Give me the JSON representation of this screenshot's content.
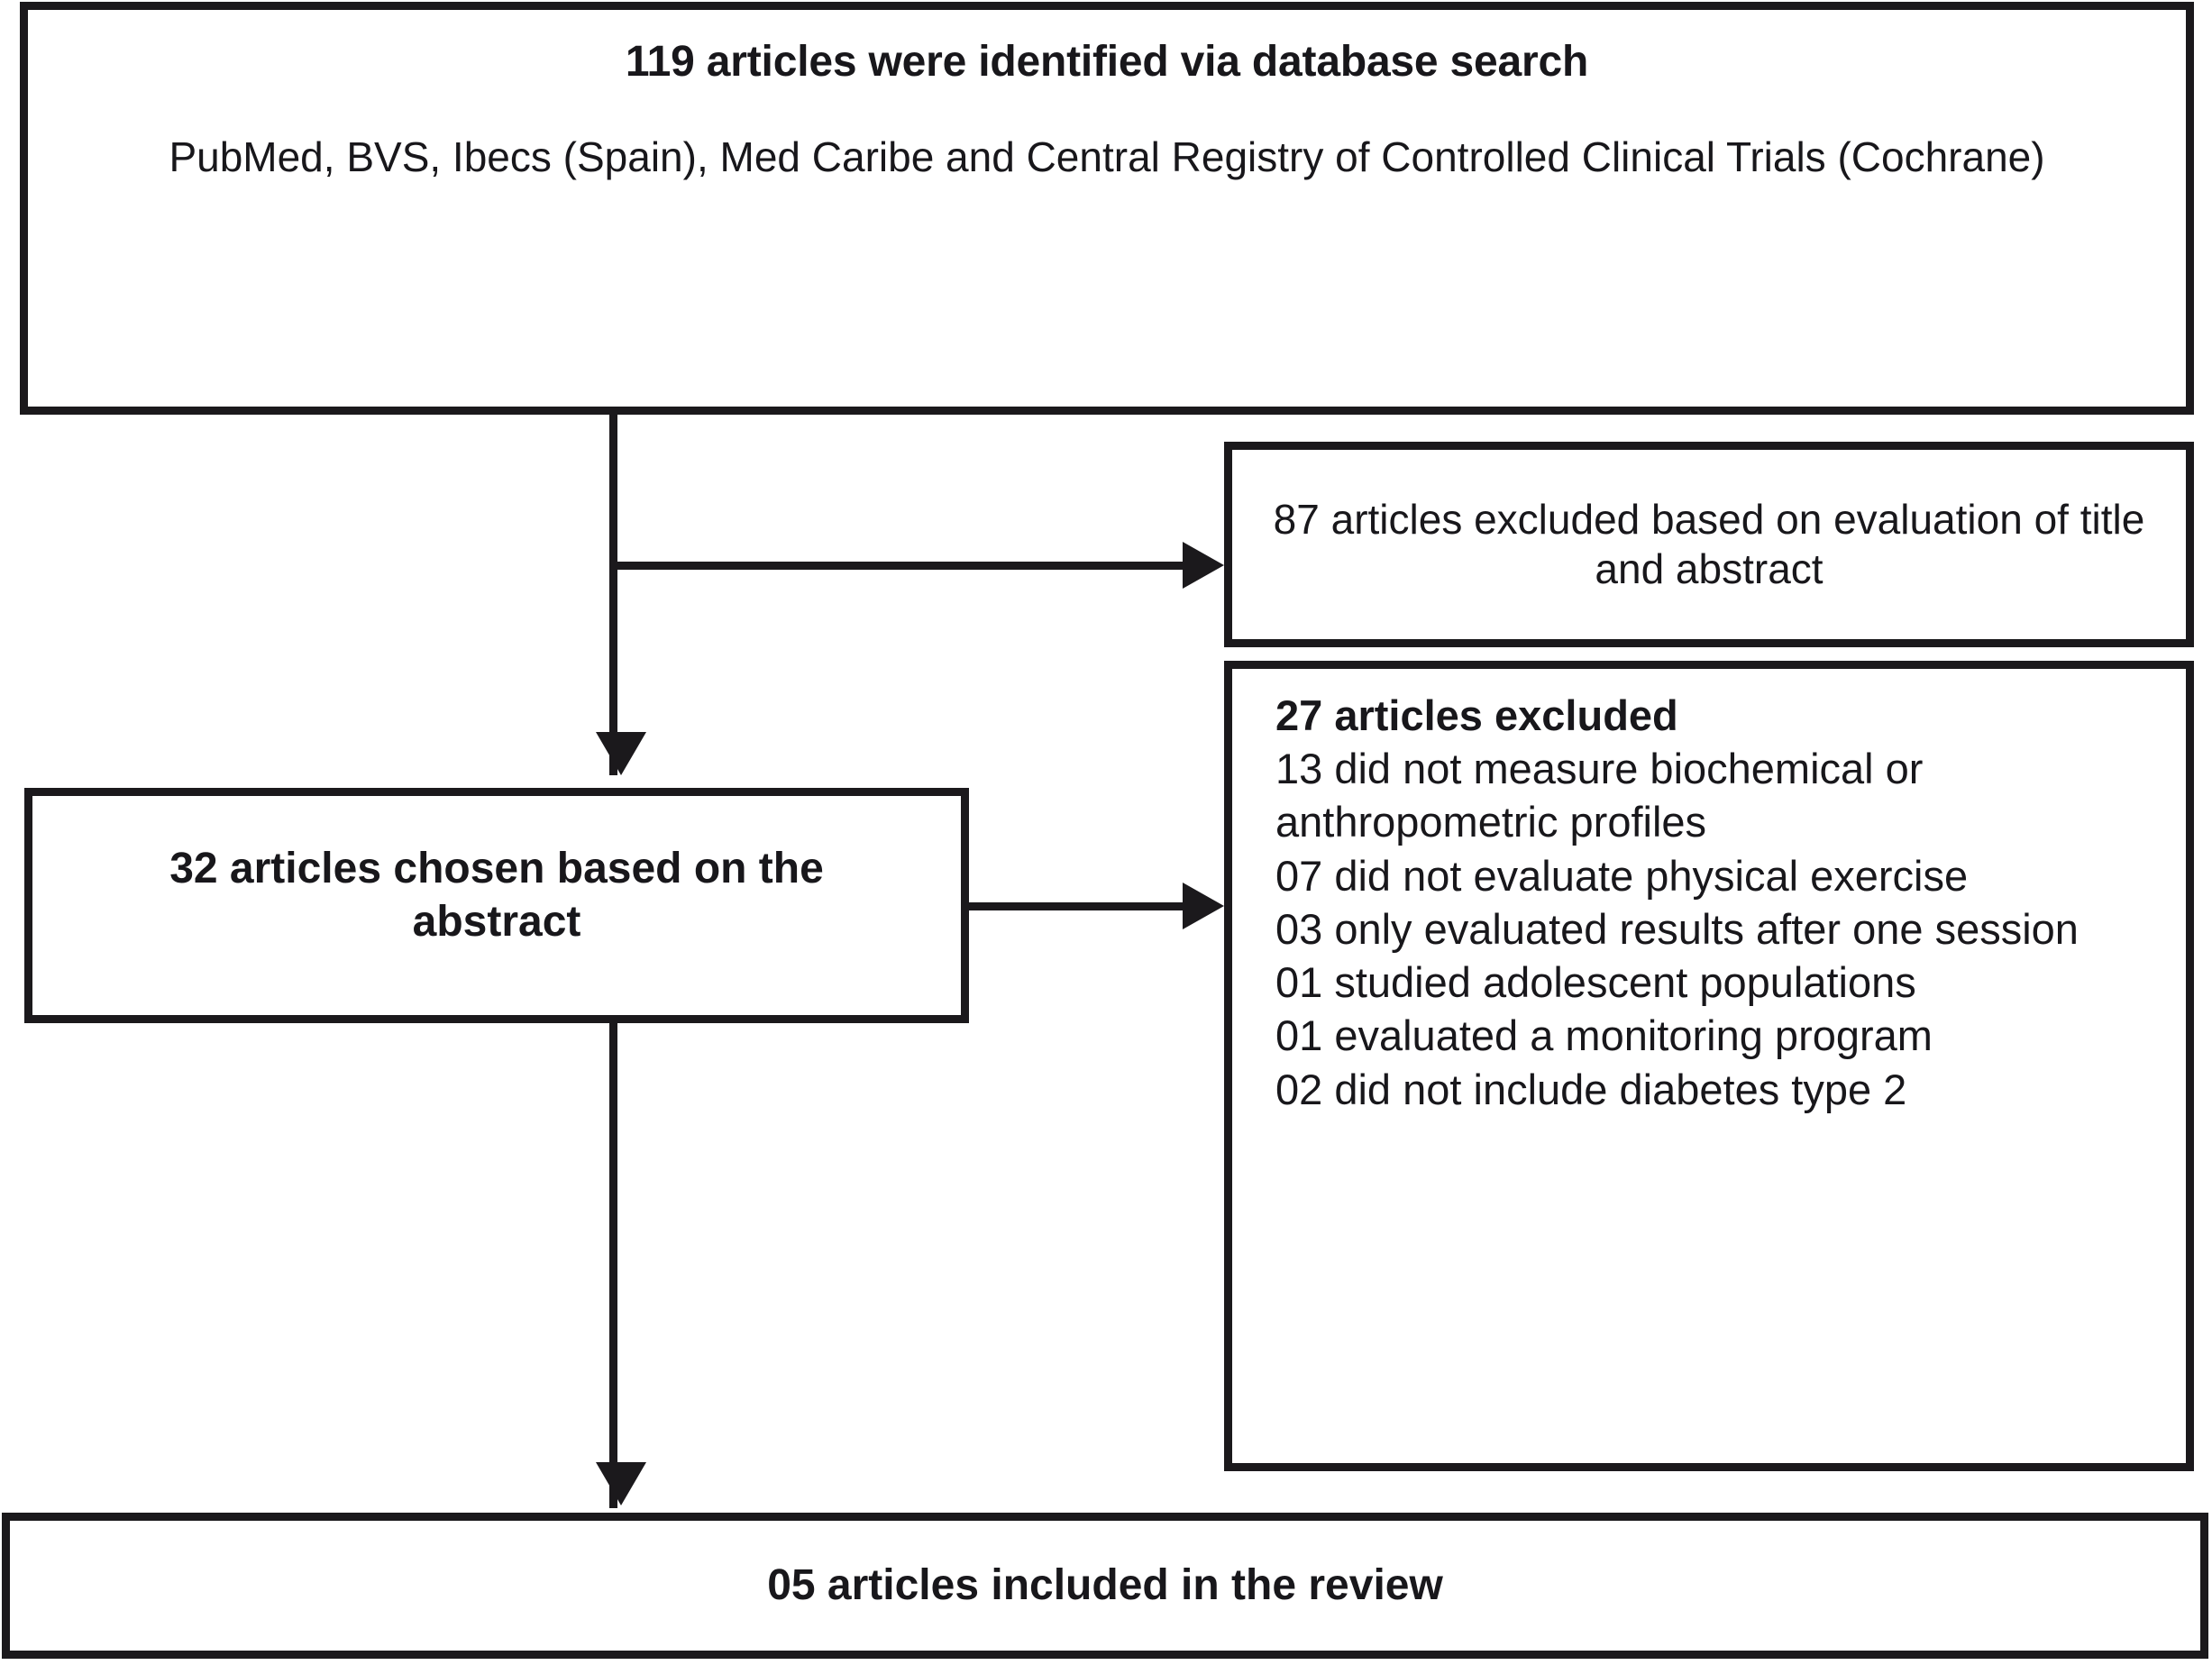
{
  "diagram": {
    "type": "prisma-flow-diagram",
    "identified": {
      "title": "119 articles were identified via database search",
      "sources": "PubMed, BVS, Ibecs (Spain), Med Caribe and Central Registry of Controlled Clinical Trials (Cochrane)"
    },
    "excluded_title_abstract": {
      "text": "87 articles excluded based on evaluation of title and abstract"
    },
    "chosen": {
      "text": "32 articles chosen based on the abstract"
    },
    "excluded_reasons": {
      "heading": "27 articles excluded",
      "items": [
        "13 did not measure biochemical or anthropometric profiles",
        "07 did not evaluate physical exercise",
        "03 only evaluated results after one session",
        "01 studied adolescent populations",
        "01 evaluated a monitoring program",
        "02 did not include diabetes type 2"
      ]
    },
    "included": {
      "text": "05 articles included in the review"
    },
    "colors": {
      "line": "#1b191c",
      "background": "#ffffff",
      "text": "#18171b"
    }
  }
}
